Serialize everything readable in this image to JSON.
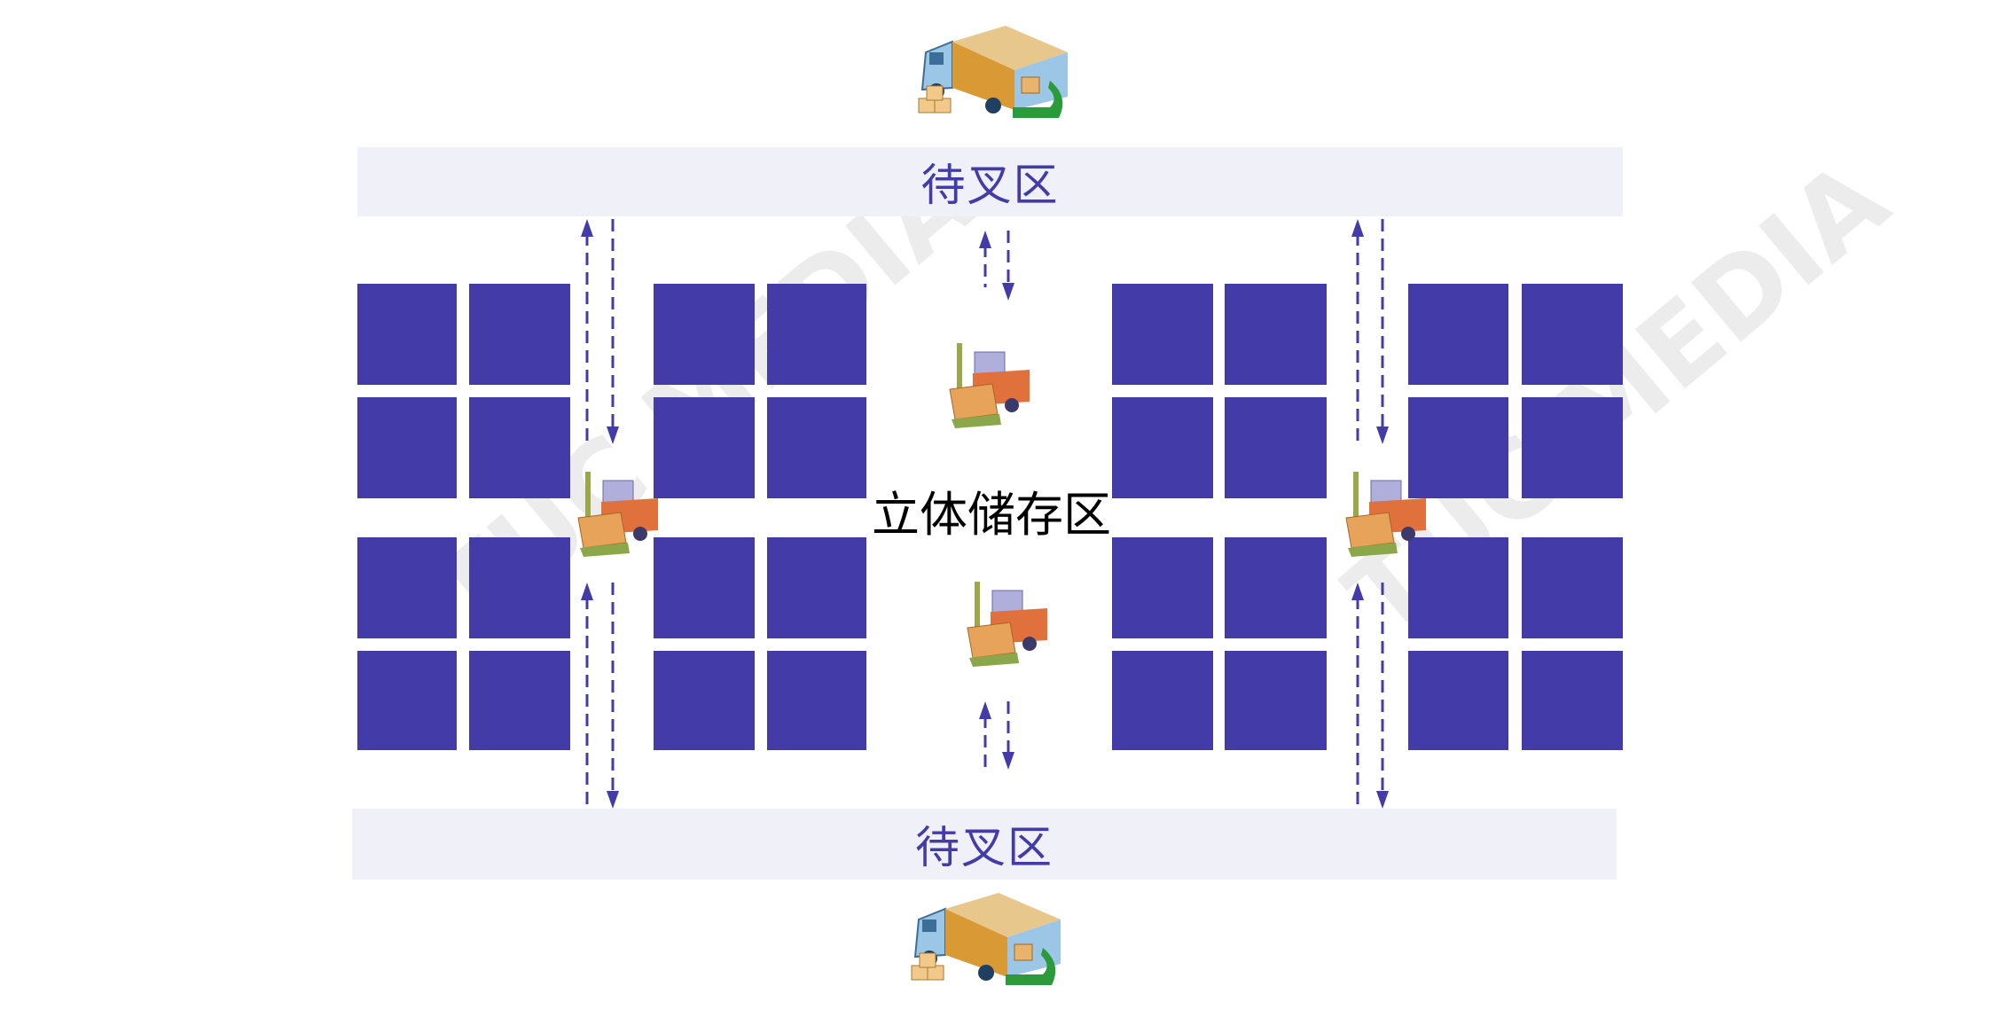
{
  "zones": {
    "top_staging": "待叉区",
    "bottom_staging": "待叉区",
    "storage": "立体储存区"
  },
  "icons": {
    "truck": "delivery-truck-icon",
    "forklift": "forklift-icon",
    "arrow": "bidirectional-dashed-arrow"
  },
  "colors": {
    "rack": "#433ca8",
    "band": "#eff0f8",
    "text_band": "#433ca8"
  },
  "watermark": "TUC MEDIA 运联传媒"
}
